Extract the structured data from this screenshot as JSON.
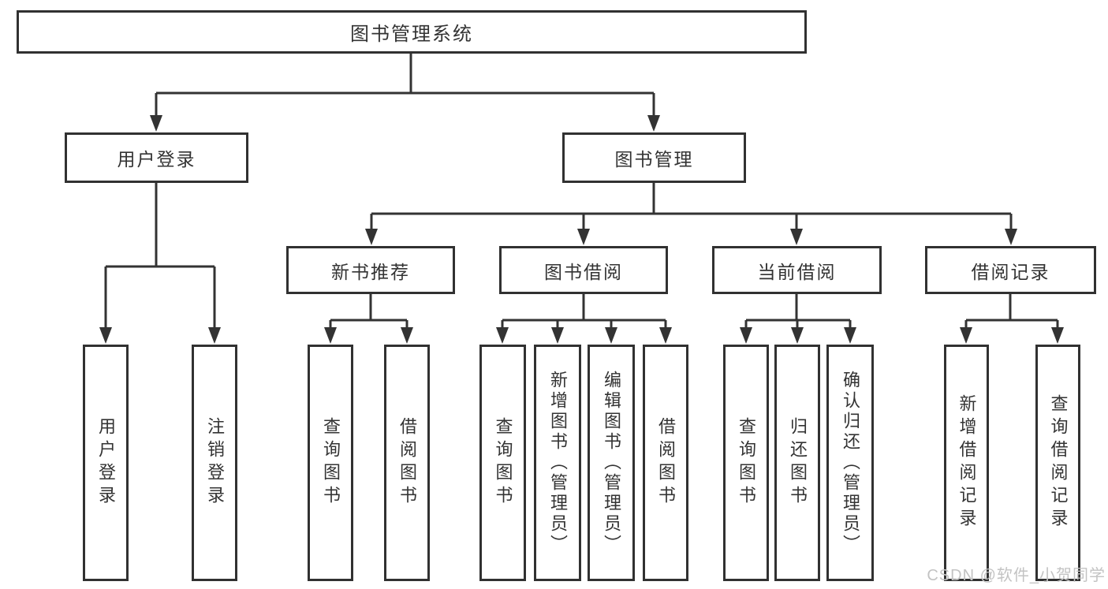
{
  "diagram": {
    "type": "hierarchy-function-structure",
    "tree": {
      "label": "图书管理系统",
      "children": [
        {
          "label": "用户登录",
          "children": [
            {
              "label": "用户登录"
            },
            {
              "label": "注销登录"
            }
          ]
        },
        {
          "label": "图书管理",
          "children": [
            {
              "label": "新书推荐",
              "children": [
                {
                  "label": "查询图书"
                },
                {
                  "label": "借阅图书"
                }
              ]
            },
            {
              "label": "图书借阅",
              "children": [
                {
                  "label": "查询图书"
                },
                {
                  "label": "新增图书（管理员）"
                },
                {
                  "label": "编辑图书（管理员）"
                },
                {
                  "label": "借阅图书"
                }
              ]
            },
            {
              "label": "当前借阅",
              "children": [
                {
                  "label": "查询图书"
                },
                {
                  "label": "归还图书"
                },
                {
                  "label": "确认归还（管理员）"
                }
              ]
            },
            {
              "label": "借阅记录",
              "children": [
                {
                  "label": "新增借阅记录"
                },
                {
                  "label": "查询借阅记录"
                }
              ]
            }
          ]
        }
      ]
    },
    "colors": {
      "line": "#333333",
      "box_border": "#313131",
      "text": "#333333",
      "background": "#ffffff",
      "watermark": "#c3c3c3"
    }
  },
  "watermark": {
    "text": "CSDN @软件_小贺同学"
  }
}
